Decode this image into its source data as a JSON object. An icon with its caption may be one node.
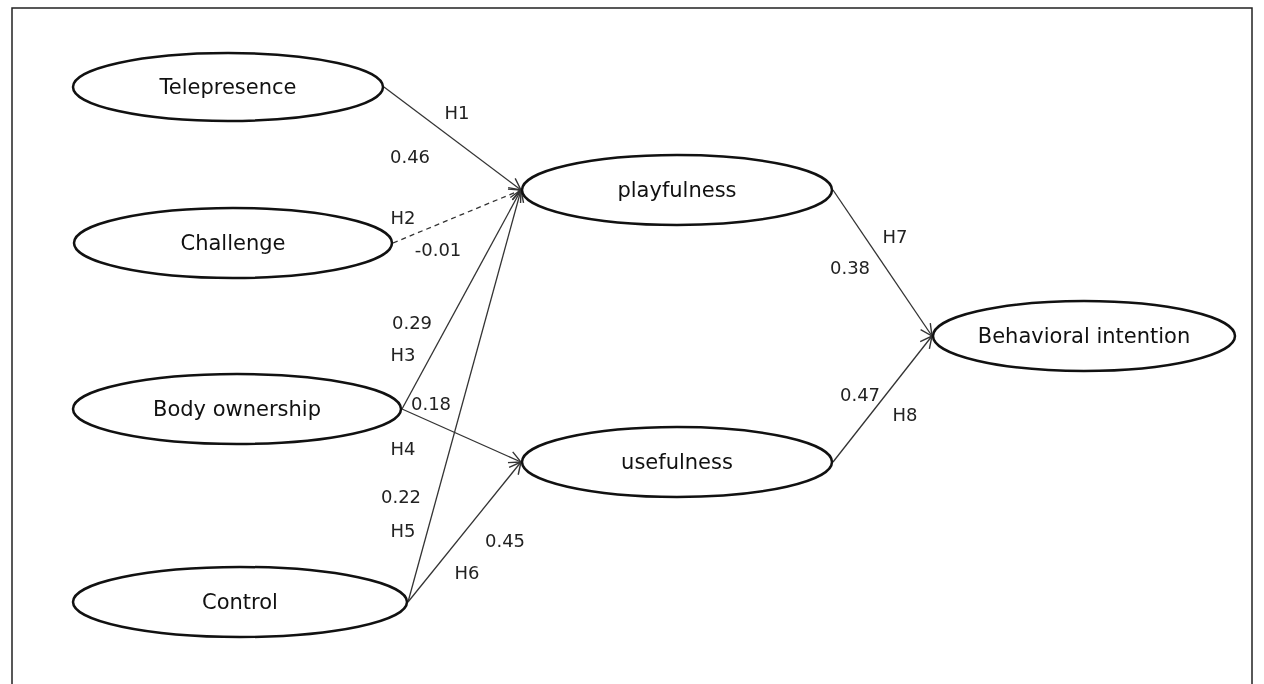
{
  "diagram": {
    "nodes": [
      {
        "text": [
          "Telepresence"
        ]
      },
      {
        "text": [
          "Challenge"
        ]
      },
      {
        "text": [
          "Body ownership"
        ]
      },
      {
        "text": [
          "Control"
        ]
      },
      {
        "text": [
          "playfulness"
        ]
      },
      {
        "text": [
          "usefulness"
        ]
      },
      {
        "text": [
          "Behavioral intention"
        ]
      }
    ],
    "edges": [
      {
        "from": 0,
        "to": 4,
        "arrow": "to",
        "label": "H1"
      },
      {
        "from": 1,
        "to": 4,
        "arrow": "to",
        "label": "H2",
        "style": "dashed"
      },
      {
        "from": 2,
        "to": 4,
        "arrow": "to",
        "label": "H3"
      },
      {
        "from": 2,
        "to": 5,
        "arrow": "to",
        "label": "H4"
      },
      {
        "from": 3,
        "to": 4,
        "arrow": "to",
        "label": "H5"
      },
      {
        "from": 3,
        "to": 5,
        "arrow": "to",
        "label": "H6"
      },
      {
        "from": 4,
        "to": 6,
        "arrow": "to",
        "label": "H7"
      },
      {
        "from": 5,
        "to": 6,
        "arrow": "to",
        "label": "H8"
      }
    ],
    "labels": [
      "0.46",
      "-0.01",
      "0.29",
      "0.18",
      "0.22",
      "0.45",
      "0.38",
      "0.47"
    ]
  }
}
